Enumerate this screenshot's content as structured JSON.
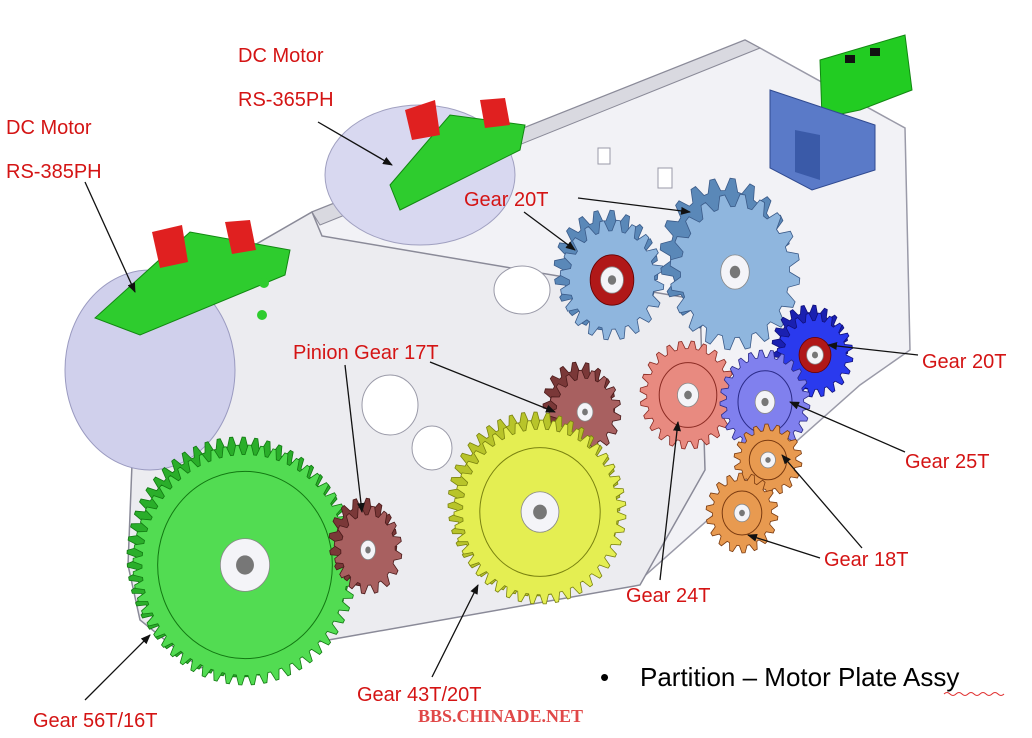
{
  "labels": {
    "motor_385_title": "DC Motor",
    "motor_385_model": "RS-385PH",
    "motor_365_title": "DC Motor",
    "motor_365_model": "RS-365PH",
    "gear_20t_top": "Gear 20T",
    "gear_20t_right": "Gear 20T",
    "pinion_17t": "Pinion Gear 17T",
    "gear_25t": "Gear 25T",
    "gear_18t": "Gear 18T",
    "gear_24t": "Gear 24T",
    "gear_43t_20t": "Gear 43T/20T",
    "gear_56t_16t": "Gear 56T/16T"
  },
  "caption": {
    "bullet": "•",
    "text": "Partition – Motor Plate Assy"
  },
  "watermark": "BBS.CHINADE.NET",
  "colors": {
    "label_red": "#d41414",
    "plate": "#ececf0",
    "gear_green": "#3fcf3f",
    "gear_yellow": "#dcea3a",
    "gear_blue": "#6f9fcf",
    "gear_brown": "#9a4a4a",
    "gear_orange": "#e08a3c",
    "gear_salmon": "#e07a70",
    "gear_violet": "#6a6ae0",
    "motor_green": "#2ecc2e",
    "motor_red": "#e02020",
    "pcb_green": "#22cc22",
    "sensor_blue": "#5a7ac8"
  },
  "icons": [
    "gear-icon",
    "motor-icon",
    "sensor-icon",
    "pcb-icon"
  ]
}
